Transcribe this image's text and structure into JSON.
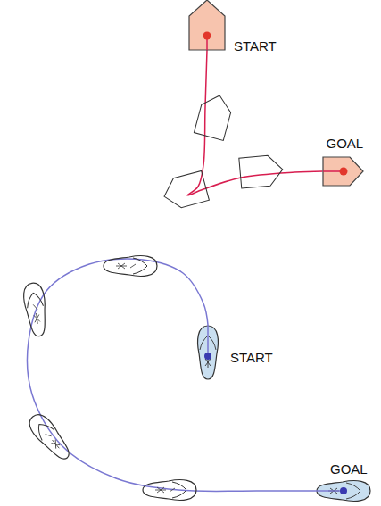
{
  "diagram": {
    "nodes": [
      {
        "text": [
          "START"
        ]
      },
      {
        "text": [
          "GOAL"
        ]
      },
      {
        "text": [
          "START"
        ]
      },
      {
        "text": [
          "GOAL"
        ]
      }
    ],
    "edges": [
      {
        "from": 0,
        "to": 1,
        "arrow": "none"
      },
      {
        "from": 2,
        "to": 3,
        "arrow": "none"
      }
    ]
  }
}
